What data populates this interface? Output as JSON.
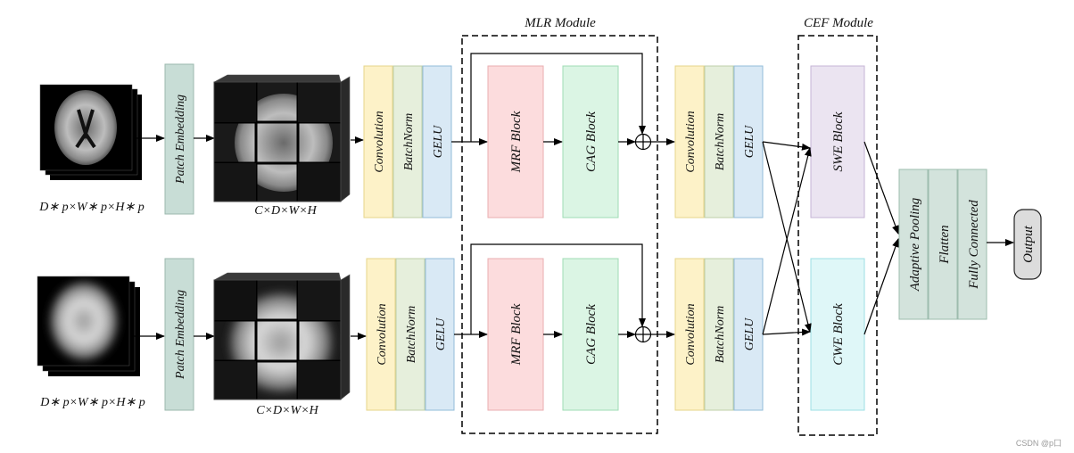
{
  "modules": {
    "mlr_title": "MLR  Module",
    "cef_title": "CEF Module"
  },
  "streams": [
    {
      "input_label": "D∗ p×W∗ p×H∗ p",
      "embed_label": "C×D×W×H",
      "patch_embedding": "Patch Embedding",
      "conv": "Convolution",
      "bn": "BatchNorm",
      "gelu": "GELU",
      "mrf": "MRF  Block",
      "cag": "CAG  Block",
      "conv2": "Convolution",
      "bn2": "BatchNorm",
      "gelu2": "GELU"
    },
    {
      "input_label": "D∗ p×W∗ p×H∗ p",
      "embed_label": "C×D×W×H",
      "patch_embedding": "Patch Embedding",
      "conv": "Convolution",
      "bn": "BatchNorm",
      "gelu": "GELU",
      "mrf": "MRF  Block",
      "cag": "CAG  Block",
      "conv2": "Convolution",
      "bn2": "BatchNorm",
      "gelu2": "GELU"
    }
  ],
  "cef_blocks": {
    "swe": "SWE  Block",
    "cwe": "CWE  Block"
  },
  "head": {
    "adaptive_pooling": "Adaptive  Pooling",
    "flatten": "Flatten",
    "fully_connected": "Fully  Connected",
    "output": "Output"
  },
  "watermark": "CSDN @p囗",
  "colors": {
    "patch": "#c8ddd6",
    "conv": "#fdf2c8",
    "bn": "#e6efdc",
    "gelu": "#d9e9f5",
    "mrf": "#fcdcdd",
    "cag": "#dbf5e4",
    "swe": "#ebe4f1",
    "cwe": "#dff7f8",
    "head": "#d3e3dc",
    "output": "#dcdcdc"
  }
}
